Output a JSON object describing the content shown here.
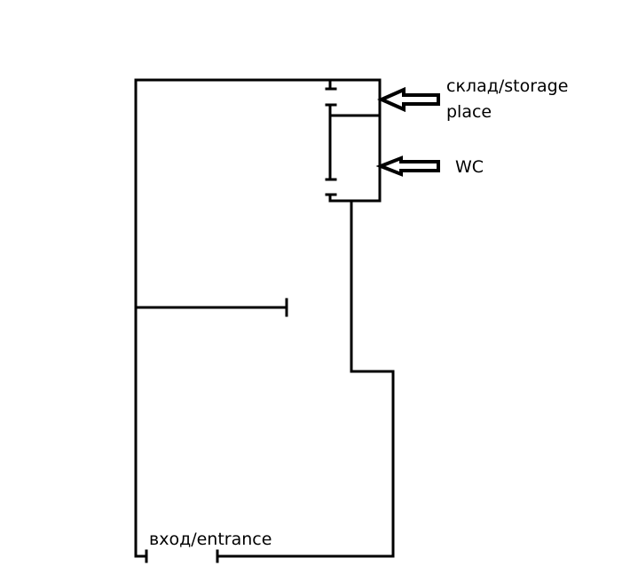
{
  "labels": {
    "storage_line1": "склад/storage",
    "storage_line2": "place",
    "wc": "WC",
    "entrance": "вход/entrance"
  },
  "colors": {
    "line": "#000000",
    "background": "#ffffff"
  }
}
